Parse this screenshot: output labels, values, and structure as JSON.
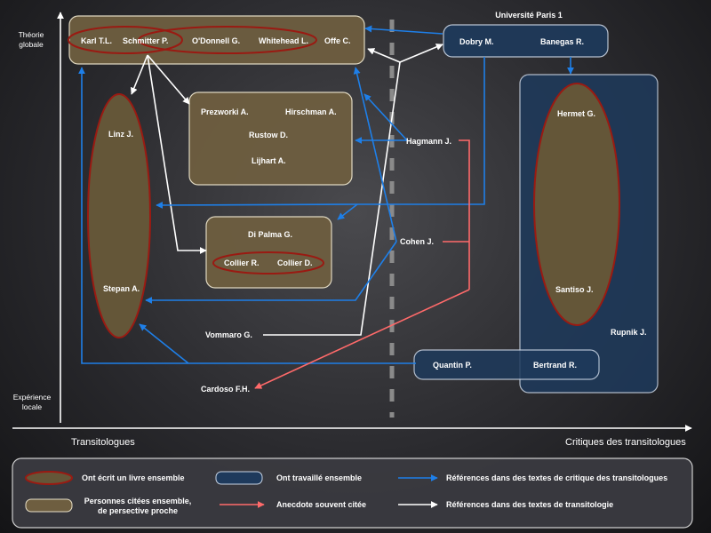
{
  "axes": {
    "y_top": [
      "Théorie",
      "globale"
    ],
    "y_bottom": [
      "Expérience",
      "locale"
    ],
    "x_left": "Transitologues",
    "x_right": "Critiques des transitologues"
  },
  "top_label": "Université Paris 1",
  "names": {
    "karl": "Karl T.L.",
    "schmitter": "Schmitter P.",
    "odonnell": "O'Donnell G.",
    "whitehead": "Whitehead L.",
    "offe": "Offe C.",
    "dobry": "Dobry M.",
    "banegas": "Banegas R.",
    "linz": "Linz J.",
    "stepan": "Stepan A.",
    "prezworki": "Prezworki A.",
    "hirschman": "Hirschman A.",
    "rustow": "Rustow D.",
    "lijhart": "Lijhart A.",
    "dipalma": "Di Palma G.",
    "collier_r": "Collier R.",
    "collier_d": "Collier D.",
    "hagmann": "Hagmann J.",
    "cohen": "Cohen J.",
    "vommaro": "Vommaro G.",
    "cardoso": "Cardoso F.H.",
    "quantin": "Quantin P.",
    "bertrand": "Bertrand R.",
    "hermet": "Hermet G.",
    "santiso": "Santiso J.",
    "rupnik": "Rupnik J."
  },
  "legend": {
    "book": "Ont écrit un livre ensemble",
    "cited": [
      "Personnes citées ensemble,",
      "de persective proche"
    ],
    "worked": "Ont travaillé ensemble",
    "anecdote": "Anecdote souvent citée",
    "critique_refs": "Références dans des textes de critique des transitologues",
    "transito_refs": "Références dans des textes de transitologie"
  },
  "colors": {
    "brown_fill": "#6e5e40",
    "brown_ellipse": "#645638",
    "red_outline": "#9a1a12",
    "blue_fill": "#1e3a5c",
    "blue_arrow": "#1e7fe8",
    "red_arrow": "#ff6a6a",
    "white": "#ffffff"
  }
}
